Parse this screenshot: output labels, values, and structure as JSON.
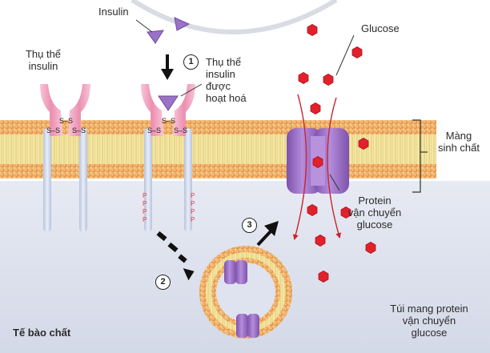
{
  "labels": {
    "insulin": "Insulin",
    "receptor": "Thụ thể\ninsulin",
    "activated_receptor": "Thụ thể\ninsulin\nđược\nhoạt hoá",
    "glucose": "Glucose",
    "membrane": "Màng\nsinh chất",
    "transporter": "Protein\nvận chuyển\nglucose",
    "vesicle": "Túi mang protein\nvận chuyển\nglucose",
    "cytoplasm": "Tế bào chất"
  },
  "steps": [
    "1",
    "2",
    "3"
  ],
  "disulfide": "S–S",
  "phosphate": "P",
  "colors": {
    "background": "#ffffff",
    "cytoplasm": "#dde1ee",
    "membrane_head": "#f2b56a",
    "membrane_tail": "#f0df8c",
    "receptor": "#f0a6c2",
    "receptor_stem": "#c9d3e8",
    "insulin": "#9a72c6",
    "glucose": "#e2212d",
    "transporter": "#9a6bc4"
  }
}
